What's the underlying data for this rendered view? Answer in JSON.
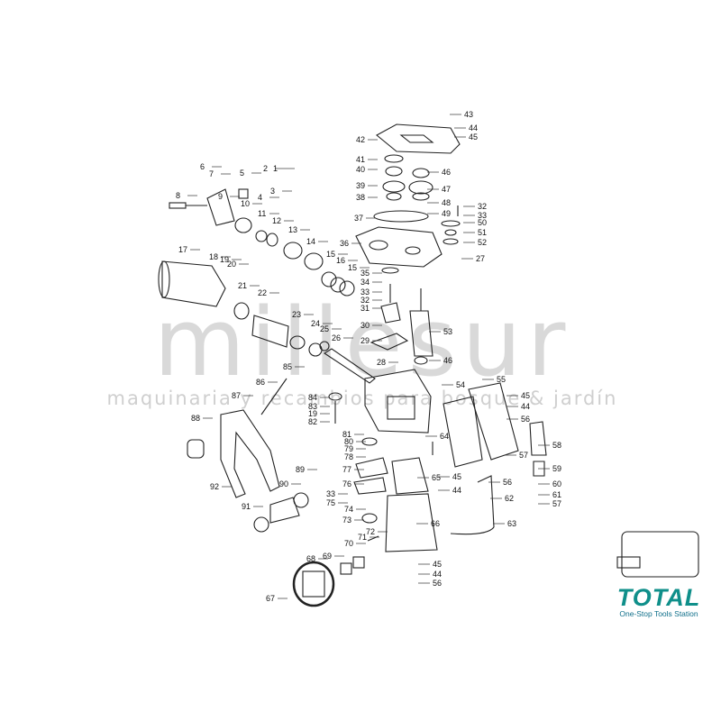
{
  "watermark": {
    "name": "millesur",
    "tagline": "maquinaria y recambios para bosque & jardín"
  },
  "brand": {
    "logo": "TOTAL",
    "tagline": "One-Stop Tools Station"
  },
  "colors": {
    "line": "#222222",
    "watermark": "#d9d9d9",
    "brand": "#0f8f8a"
  },
  "part_numbers": [
    "1",
    "2",
    "3",
    "4",
    "5",
    "6",
    "7",
    "8",
    "9",
    "10",
    "11",
    "12",
    "13",
    "14",
    "15",
    "16",
    "17",
    "18",
    "19",
    "20",
    "21",
    "22",
    "23",
    "24",
    "25",
    "26",
    "27",
    "28",
    "29",
    "30",
    "31",
    "32",
    "33",
    "34",
    "35",
    "36",
    "37",
    "38",
    "39",
    "40",
    "41",
    "42",
    "43",
    "44",
    "45",
    "46",
    "47",
    "48",
    "49",
    "50",
    "51",
    "52",
    "53",
    "54",
    "55",
    "56",
    "57",
    "58",
    "59",
    "60",
    "61",
    "62",
    "63",
    "64",
    "65",
    "66",
    "67",
    "68",
    "69",
    "70",
    "71",
    "72",
    "73",
    "74",
    "75",
    "76",
    "77",
    "78",
    "79",
    "80",
    "81",
    "82",
    "83",
    "84",
    "85",
    "86",
    "87",
    "88",
    "89",
    "90",
    "91",
    "92"
  ],
  "labels": [
    {
      "id": "43",
      "text": "43"
    },
    {
      "id": "44a",
      "text": "44"
    },
    {
      "id": "45a",
      "text": "45"
    },
    {
      "id": "42",
      "text": "42"
    },
    {
      "id": "41",
      "text": "41"
    },
    {
      "id": "40",
      "text": "40"
    },
    {
      "id": "46a",
      "text": "46"
    },
    {
      "id": "39",
      "text": "39"
    },
    {
      "id": "47",
      "text": "47"
    },
    {
      "id": "38",
      "text": "38"
    },
    {
      "id": "48",
      "text": "48"
    },
    {
      "id": "32a",
      "text": "32"
    },
    {
      "id": "33a",
      "text": "33"
    },
    {
      "id": "49",
      "text": "49"
    },
    {
      "id": "50",
      "text": "50"
    },
    {
      "id": "37",
      "text": "37"
    },
    {
      "id": "51",
      "text": "51"
    },
    {
      "id": "52",
      "text": "52"
    },
    {
      "id": "36",
      "text": "36"
    },
    {
      "id": "27",
      "text": "27"
    },
    {
      "id": "35",
      "text": "35"
    },
    {
      "id": "34",
      "text": "34"
    },
    {
      "id": "33b",
      "text": "33"
    },
    {
      "id": "32b",
      "text": "32"
    },
    {
      "id": "31",
      "text": "31"
    },
    {
      "id": "30",
      "text": "30"
    },
    {
      "id": "53",
      "text": "53"
    },
    {
      "id": "29",
      "text": "29"
    },
    {
      "id": "46b",
      "text": "46"
    },
    {
      "id": "6",
      "text": "6"
    },
    {
      "id": "7",
      "text": "7"
    },
    {
      "id": "5",
      "text": "5"
    },
    {
      "id": "2",
      "text": "2"
    },
    {
      "id": "1",
      "text": "1"
    },
    {
      "id": "3",
      "text": "3"
    },
    {
      "id": "4",
      "text": "4"
    },
    {
      "id": "9",
      "text": "9"
    },
    {
      "id": "8",
      "text": "8"
    },
    {
      "id": "10",
      "text": "10"
    },
    {
      "id": "11",
      "text": "11"
    },
    {
      "id": "12",
      "text": "12"
    },
    {
      "id": "13",
      "text": "13"
    },
    {
      "id": "14",
      "text": "14"
    },
    {
      "id": "15a",
      "text": "15"
    },
    {
      "id": "16",
      "text": "16"
    },
    {
      "id": "15b",
      "text": "15"
    },
    {
      "id": "17",
      "text": "17"
    },
    {
      "id": "18",
      "text": "18"
    },
    {
      "id": "19a",
      "text": "19"
    },
    {
      "id": "20",
      "text": "20"
    },
    {
      "id": "21",
      "text": "21"
    },
    {
      "id": "22",
      "text": "22"
    },
    {
      "id": "23",
      "text": "23"
    },
    {
      "id": "24",
      "text": "24"
    },
    {
      "id": "25",
      "text": "25"
    },
    {
      "id": "26",
      "text": "26"
    },
    {
      "id": "28",
      "text": "28"
    },
    {
      "id": "85",
      "text": "85"
    },
    {
      "id": "87",
      "text": "87"
    },
    {
      "id": "86",
      "text": "86"
    },
    {
      "id": "88",
      "text": "88"
    },
    {
      "id": "84",
      "text": "84"
    },
    {
      "id": "83",
      "text": "83"
    },
    {
      "id": "19b",
      "text": "19"
    },
    {
      "id": "82",
      "text": "82"
    },
    {
      "id": "54",
      "text": "54"
    },
    {
      "id": "55",
      "text": "55"
    },
    {
      "id": "45b",
      "text": "45"
    },
    {
      "id": "44b",
      "text": "44"
    },
    {
      "id": "56a",
      "text": "56"
    },
    {
      "id": "81",
      "text": "81"
    },
    {
      "id": "80",
      "text": "80"
    },
    {
      "id": "79",
      "text": "79"
    },
    {
      "id": "78",
      "text": "78"
    },
    {
      "id": "64",
      "text": "64"
    },
    {
      "id": "57a",
      "text": "57"
    },
    {
      "id": "58",
      "text": "58"
    },
    {
      "id": "77",
      "text": "77"
    },
    {
      "id": "65",
      "text": "65"
    },
    {
      "id": "45c",
      "text": "45"
    },
    {
      "id": "56b",
      "text": "56"
    },
    {
      "id": "44c",
      "text": "44"
    },
    {
      "id": "59",
      "text": "59"
    },
    {
      "id": "76",
      "text": "76"
    },
    {
      "id": "60",
      "text": "60"
    },
    {
      "id": "92",
      "text": "92"
    },
    {
      "id": "89",
      "text": "89"
    },
    {
      "id": "90",
      "text": "90"
    },
    {
      "id": "33c",
      "text": "33"
    },
    {
      "id": "75",
      "text": "75"
    },
    {
      "id": "62",
      "text": "62"
    },
    {
      "id": "61",
      "text": "61"
    },
    {
      "id": "57b",
      "text": "57"
    },
    {
      "id": "91",
      "text": "91"
    },
    {
      "id": "74",
      "text": "74"
    },
    {
      "id": "73",
      "text": "73"
    },
    {
      "id": "66",
      "text": "66"
    },
    {
      "id": "63",
      "text": "63"
    },
    {
      "id": "72",
      "text": "72"
    },
    {
      "id": "71",
      "text": "71"
    },
    {
      "id": "70",
      "text": "70"
    },
    {
      "id": "69",
      "text": "69"
    },
    {
      "id": "68",
      "text": "68"
    },
    {
      "id": "45d",
      "text": "45"
    },
    {
      "id": "44d",
      "text": "44"
    },
    {
      "id": "56c",
      "text": "56"
    },
    {
      "id": "67",
      "text": "67"
    }
  ]
}
